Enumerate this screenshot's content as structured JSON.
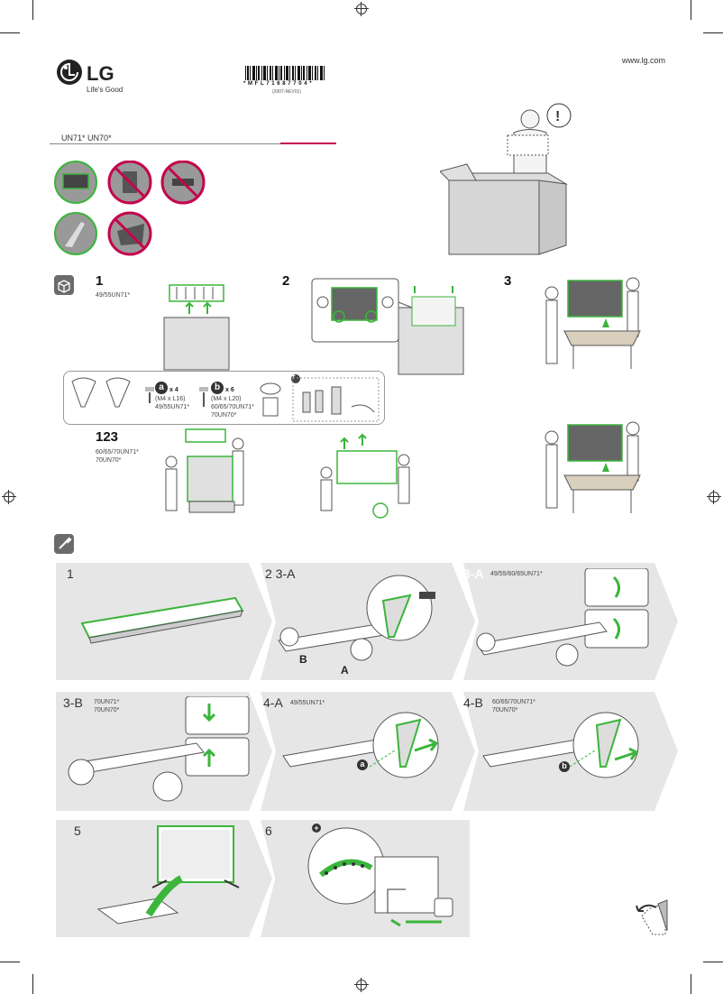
{
  "header": {
    "brand": "LG",
    "tagline": "Life's Good",
    "website": "www.lg.com",
    "barcode_text": "* M F L 7 1 6 8 7 7 0 4 *",
    "revision": "(2007-REV01)",
    "models": "UN71* UN70*"
  },
  "unpacking": {
    "step1": {
      "num": "1",
      "note": "49/55UN71*"
    },
    "step2": {
      "num": "2"
    },
    "step3": {
      "num": "3"
    },
    "step123": {
      "num": "123",
      "note": "60/65/70UN71*\n70UN70*"
    },
    "parts": {
      "a_label": "a",
      "a_qty": "x 4",
      "a_spec": "(M4 x L16)\n49/55UN71*",
      "b_label": "b",
      "b_qty": "x 6",
      "b_spec": "(M4 x L20)\n60/65/70UN71*\n70UN70*",
      "plus": "+"
    }
  },
  "assembly": {
    "p1": "1",
    "p2": "2 3-A",
    "p3": "3-A",
    "p3_note": "49/55/60/65UN71*",
    "p4": "3-B",
    "p4_note": "70UN71*\n70UN70*",
    "p5": "4-A",
    "p5_note": "49/55UN71*",
    "p6": "4-B",
    "p6_note": "60/65/70UN71*\n70UN70*",
    "p7": "5",
    "p8": "6",
    "letter_a": "A",
    "letter_b": "B",
    "bolt_a": "a",
    "bolt_b": "b",
    "plus": "+"
  },
  "colors": {
    "accent_green": "#3bb53b",
    "lg_red": "#c4054d",
    "panel_grey": "#e6e6e6"
  }
}
